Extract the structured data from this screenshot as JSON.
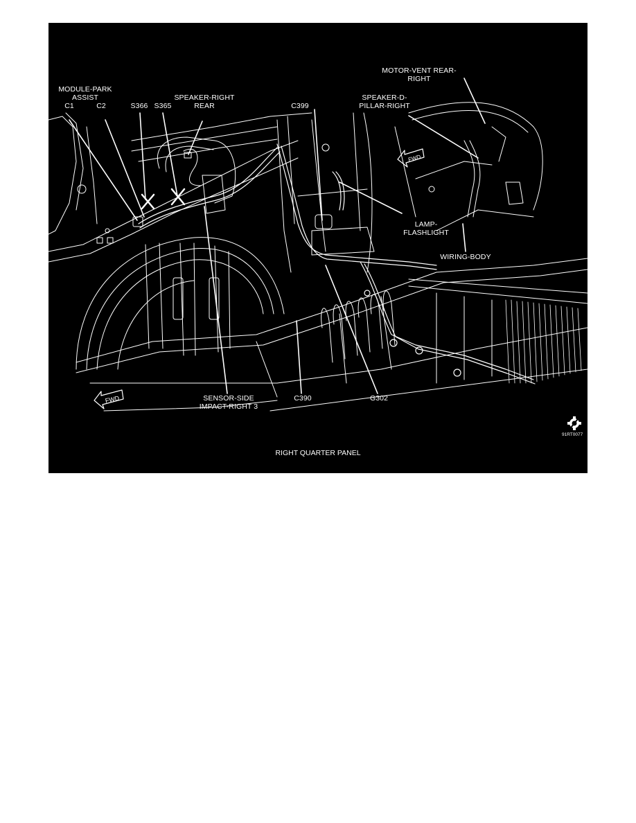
{
  "figure": {
    "caption": "RIGHT QUARTER PANEL",
    "figure_code": "91RT0077",
    "background": "#000000",
    "line_color": "#ffffff",
    "labels": {
      "module_park_assist": "MODULE-PARK",
      "module_park_assist_2": "ASSIST",
      "c1": "C1",
      "c2": "C2",
      "s366": "S366",
      "s365": "S365",
      "speaker_right_rear": "SPEAKER-RIGHT",
      "speaker_right_rear_2": "REAR",
      "c399": "C399",
      "motor_vent": "MOTOR-VENT REAR-",
      "motor_vent_2": "RIGHT",
      "speaker_d_pillar": "SPEAKER-D-",
      "speaker_d_pillar_2": "PILLAR-RIGHT",
      "lamp_flashlight": "LAMP-",
      "lamp_flashlight_2": "FLASHLIGHT",
      "wiring_body": "WIRING-BODY",
      "sensor_side_impact": "SENSOR-SIDE",
      "sensor_side_impact_2": "IMPACT-RIGHT 3",
      "c390": "C390",
      "g302": "G302"
    },
    "fwd_arrows": [
      {
        "text": "FWD",
        "position": "lower-left"
      },
      {
        "text": "FWD",
        "position": "upper-right inset"
      }
    ],
    "icons": [
      "fwd-arrow-icon",
      "service-gear-icon"
    ]
  }
}
